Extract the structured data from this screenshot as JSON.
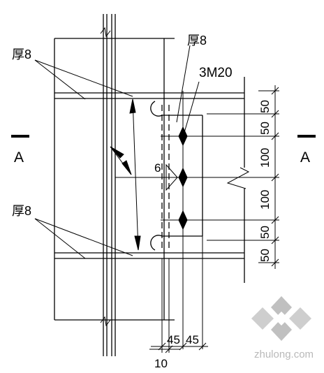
{
  "section_marks": {
    "left": "A",
    "right": "A"
  },
  "labels": {
    "stiffener_top": "厚8",
    "stiffener_bottom": "厚8",
    "plate": "厚8",
    "bolts": "3M20",
    "weld": "6"
  },
  "dimensions": {
    "vertical": [
      "50",
      "50",
      "100",
      "100",
      "50",
      "50"
    ],
    "bottom": [
      "45",
      "45",
      "10"
    ]
  },
  "watermark": {
    "text": "zhulong.com",
    "color": "#b9b9b9"
  }
}
